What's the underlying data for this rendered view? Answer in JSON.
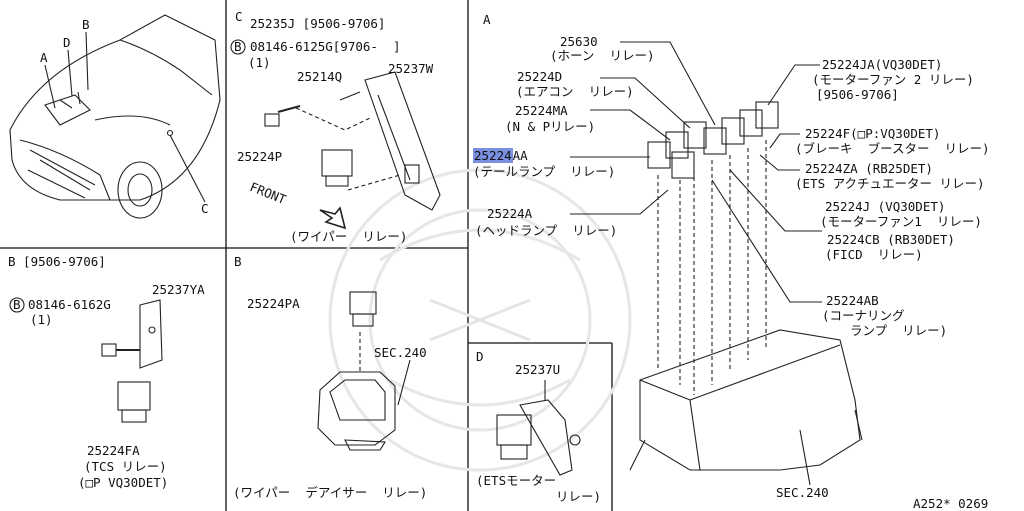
{
  "diagram_id": "A252* 0269",
  "panels": {
    "car": {
      "callouts": [
        "A",
        "D",
        "B",
        "C"
      ]
    },
    "c": {
      "tag": "C",
      "part_1": "25235J [9506-9706]",
      "bolt_code": "08146-6125G[9706-  ]",
      "bolt_qty": "(1)",
      "bracket": "25237W",
      "screw": "25214Q",
      "relay": "25224P",
      "front": "FRONT",
      "caption": "(ワイパー  リレー)"
    },
    "b1": {
      "tag": "B [9506-9706]",
      "bracket": "25237YA",
      "bolt_code": "08146-6162G",
      "bolt_qty": "(1)",
      "relay": "25224FA",
      "caption_1": "(TCS リレー)",
      "caption_2": "(□P VQ30DET)"
    },
    "b2": {
      "tag": "B",
      "relay": "25224PA",
      "sec": "SEC.240",
      "caption": "(ワイパー  デアイサー  リレー)"
    },
    "d": {
      "tag": "D",
      "bracket": "25237U",
      "caption_1": "(ETSモーター",
      "caption_2": "リレー)"
    },
    "a": {
      "tag": "A",
      "sec": "SEC.240",
      "labels": [
        {
          "code": "25630",
          "desc": "(ホーン  リレー)"
        },
        {
          "code": "25224D",
          "desc": "(エアコン  リレー)"
        },
        {
          "code": "25224MA",
          "desc": "(N & Pリレー)"
        },
        {
          "code_highlight": "25224",
          "code_rest": "AA",
          "desc": "(テールランプ  リレー)"
        },
        {
          "code": "25224A",
          "desc": "(ヘッドランプ  リレー)"
        },
        {
          "code": "25224JA(VQ30DET)",
          "desc": "(モーターファン 2 リレー)",
          "desc2": "[9506-9706]"
        },
        {
          "code": "25224F(□P:VQ30DET)",
          "desc": "(ブレーキ  ブースター  リレー)"
        },
        {
          "code": "25224ZA (RB25DET)",
          "desc": "(ETS アクチュエーター リレー)"
        },
        {
          "code": "25224J (VQ30DET)",
          "desc": "(モーターファン1  リレー)"
        },
        {
          "code": "25224CB (RB30DET)",
          "desc": "(FICD  リレー)"
        },
        {
          "code": "25224AB",
          "desc": "(コーナリング",
          "desc2": "ランプ  リレー)"
        }
      ]
    }
  },
  "symbols": {
    "circled_b": "B"
  }
}
